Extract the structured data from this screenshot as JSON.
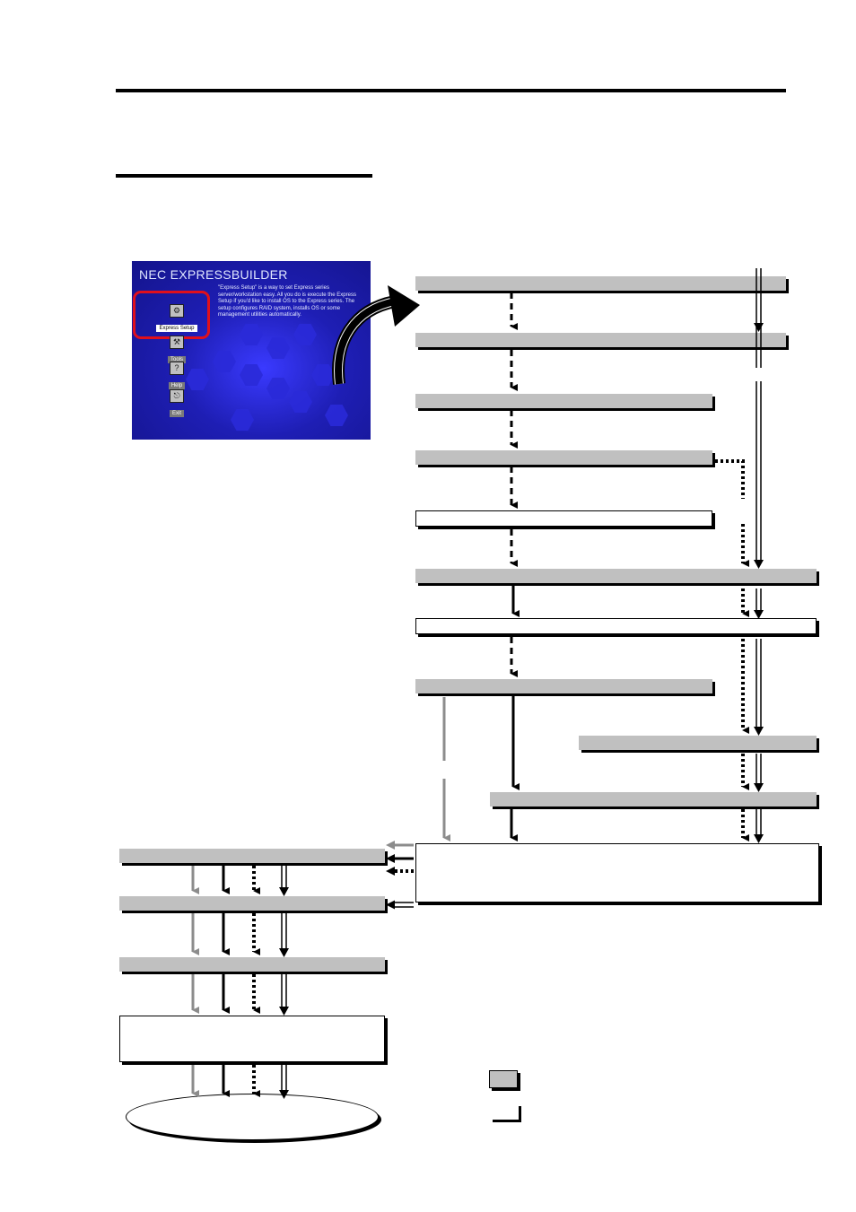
{
  "screen": {
    "title": "NEC EXPRESSBUILDER",
    "description": "\"Express Setup\" is a way to set Express series server/workstation easy. All you do is execute the Express Setup if you'd like to install OS to the Express series. The setup configures RAID system, installs OS or some management utilities automatically.",
    "menu": [
      {
        "label": "Express Setup",
        "icon": "setup-icon",
        "selected": true
      },
      {
        "label": "Tools",
        "icon": "tools-icon",
        "selected": false
      },
      {
        "label": "Help",
        "icon": "help-icon",
        "selected": false
      },
      {
        "label": "Exit",
        "icon": "exit-icon",
        "selected": false
      }
    ]
  },
  "colors": {
    "screen_bg": "#1a1a9e",
    "highlight": "#e0101c",
    "box_gray": "#c0c0c0",
    "arrow_gray": "#8c8c8c",
    "ink": "#000000"
  },
  "legend": [
    {
      "swatch": "gray-box"
    },
    {
      "swatch": "white-box"
    }
  ]
}
